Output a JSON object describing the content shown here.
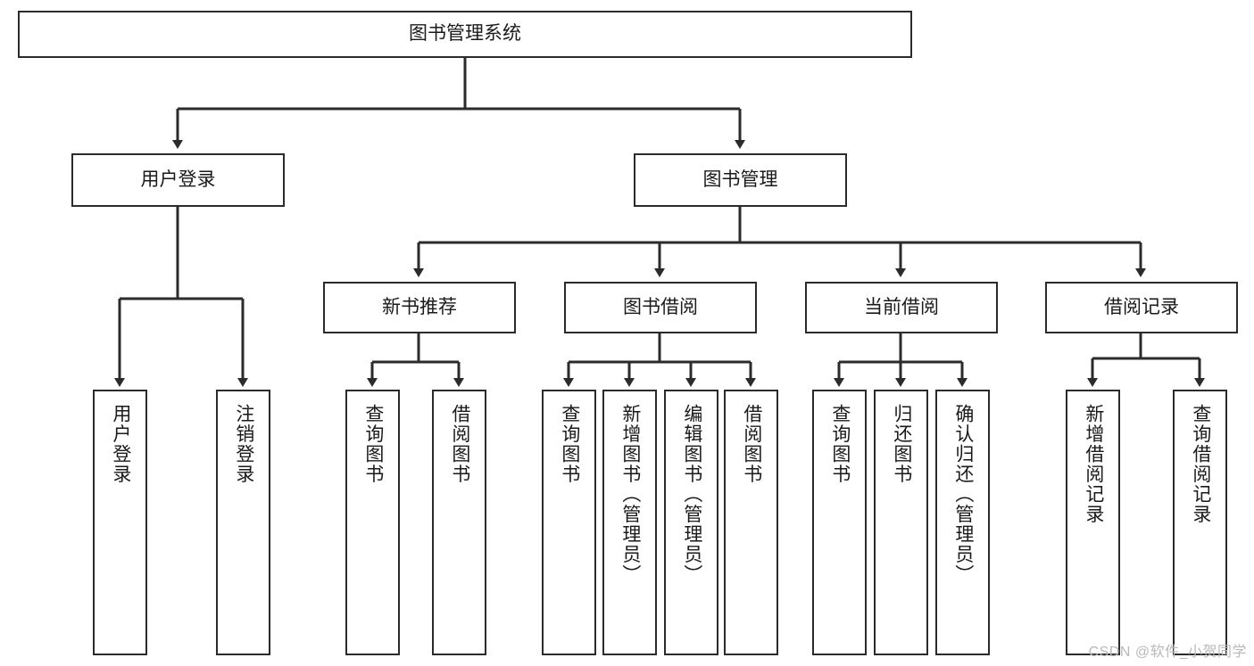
{
  "diagram": {
    "title": "图书管理系统",
    "type": "tree-hierarchy",
    "root": {
      "id": "root",
      "label": "图书管理系统"
    },
    "level2": [
      {
        "id": "user-login",
        "label": "用户登录"
      },
      {
        "id": "book-management",
        "label": "图书管理"
      }
    ],
    "level3": [
      {
        "id": "new-book-recommend",
        "label": "新书推荐",
        "parent": "book-management"
      },
      {
        "id": "book-borrow",
        "label": "图书借阅",
        "parent": "book-management"
      },
      {
        "id": "current-borrow",
        "label": "当前借阅",
        "parent": "book-management"
      },
      {
        "id": "borrow-record",
        "label": "借阅记录",
        "parent": "book-management"
      }
    ],
    "leaves": [
      {
        "id": "leaf-user-login",
        "label": "用户登录",
        "parent": "user-login"
      },
      {
        "id": "leaf-logout-login",
        "label": "注销登录",
        "parent": "user-login"
      },
      {
        "id": "leaf-query-book-1",
        "label": "查询图书",
        "parent": "new-book-recommend"
      },
      {
        "id": "leaf-borrow-book-1",
        "label": "借阅图书",
        "parent": "new-book-recommend"
      },
      {
        "id": "leaf-query-book-2",
        "label": "查询图书",
        "parent": "book-borrow"
      },
      {
        "id": "leaf-add-book",
        "label": "新增图书（管理员）",
        "parent": "book-borrow"
      },
      {
        "id": "leaf-edit-book",
        "label": "编辑图书（管理员）",
        "parent": "book-borrow"
      },
      {
        "id": "leaf-borrow-book-2",
        "label": "借阅图书",
        "parent": "book-borrow"
      },
      {
        "id": "leaf-query-book-3",
        "label": "查询图书",
        "parent": "current-borrow"
      },
      {
        "id": "leaf-return-book",
        "label": "归还图书",
        "parent": "current-borrow"
      },
      {
        "id": "leaf-confirm-return",
        "label": "确认归还（管理员）",
        "parent": "current-borrow"
      },
      {
        "id": "leaf-add-record",
        "label": "新增借阅记录",
        "parent": "borrow-record"
      },
      {
        "id": "leaf-query-record",
        "label": "查询借阅记录",
        "parent": "borrow-record"
      }
    ],
    "colors": {
      "stroke": "#2b2b2b",
      "fill": "#ffffff",
      "text": "#1a1a1a",
      "watermark": "#b9b9b9"
    }
  },
  "watermark": {
    "text": "CSDN @软件_小贺同学"
  }
}
